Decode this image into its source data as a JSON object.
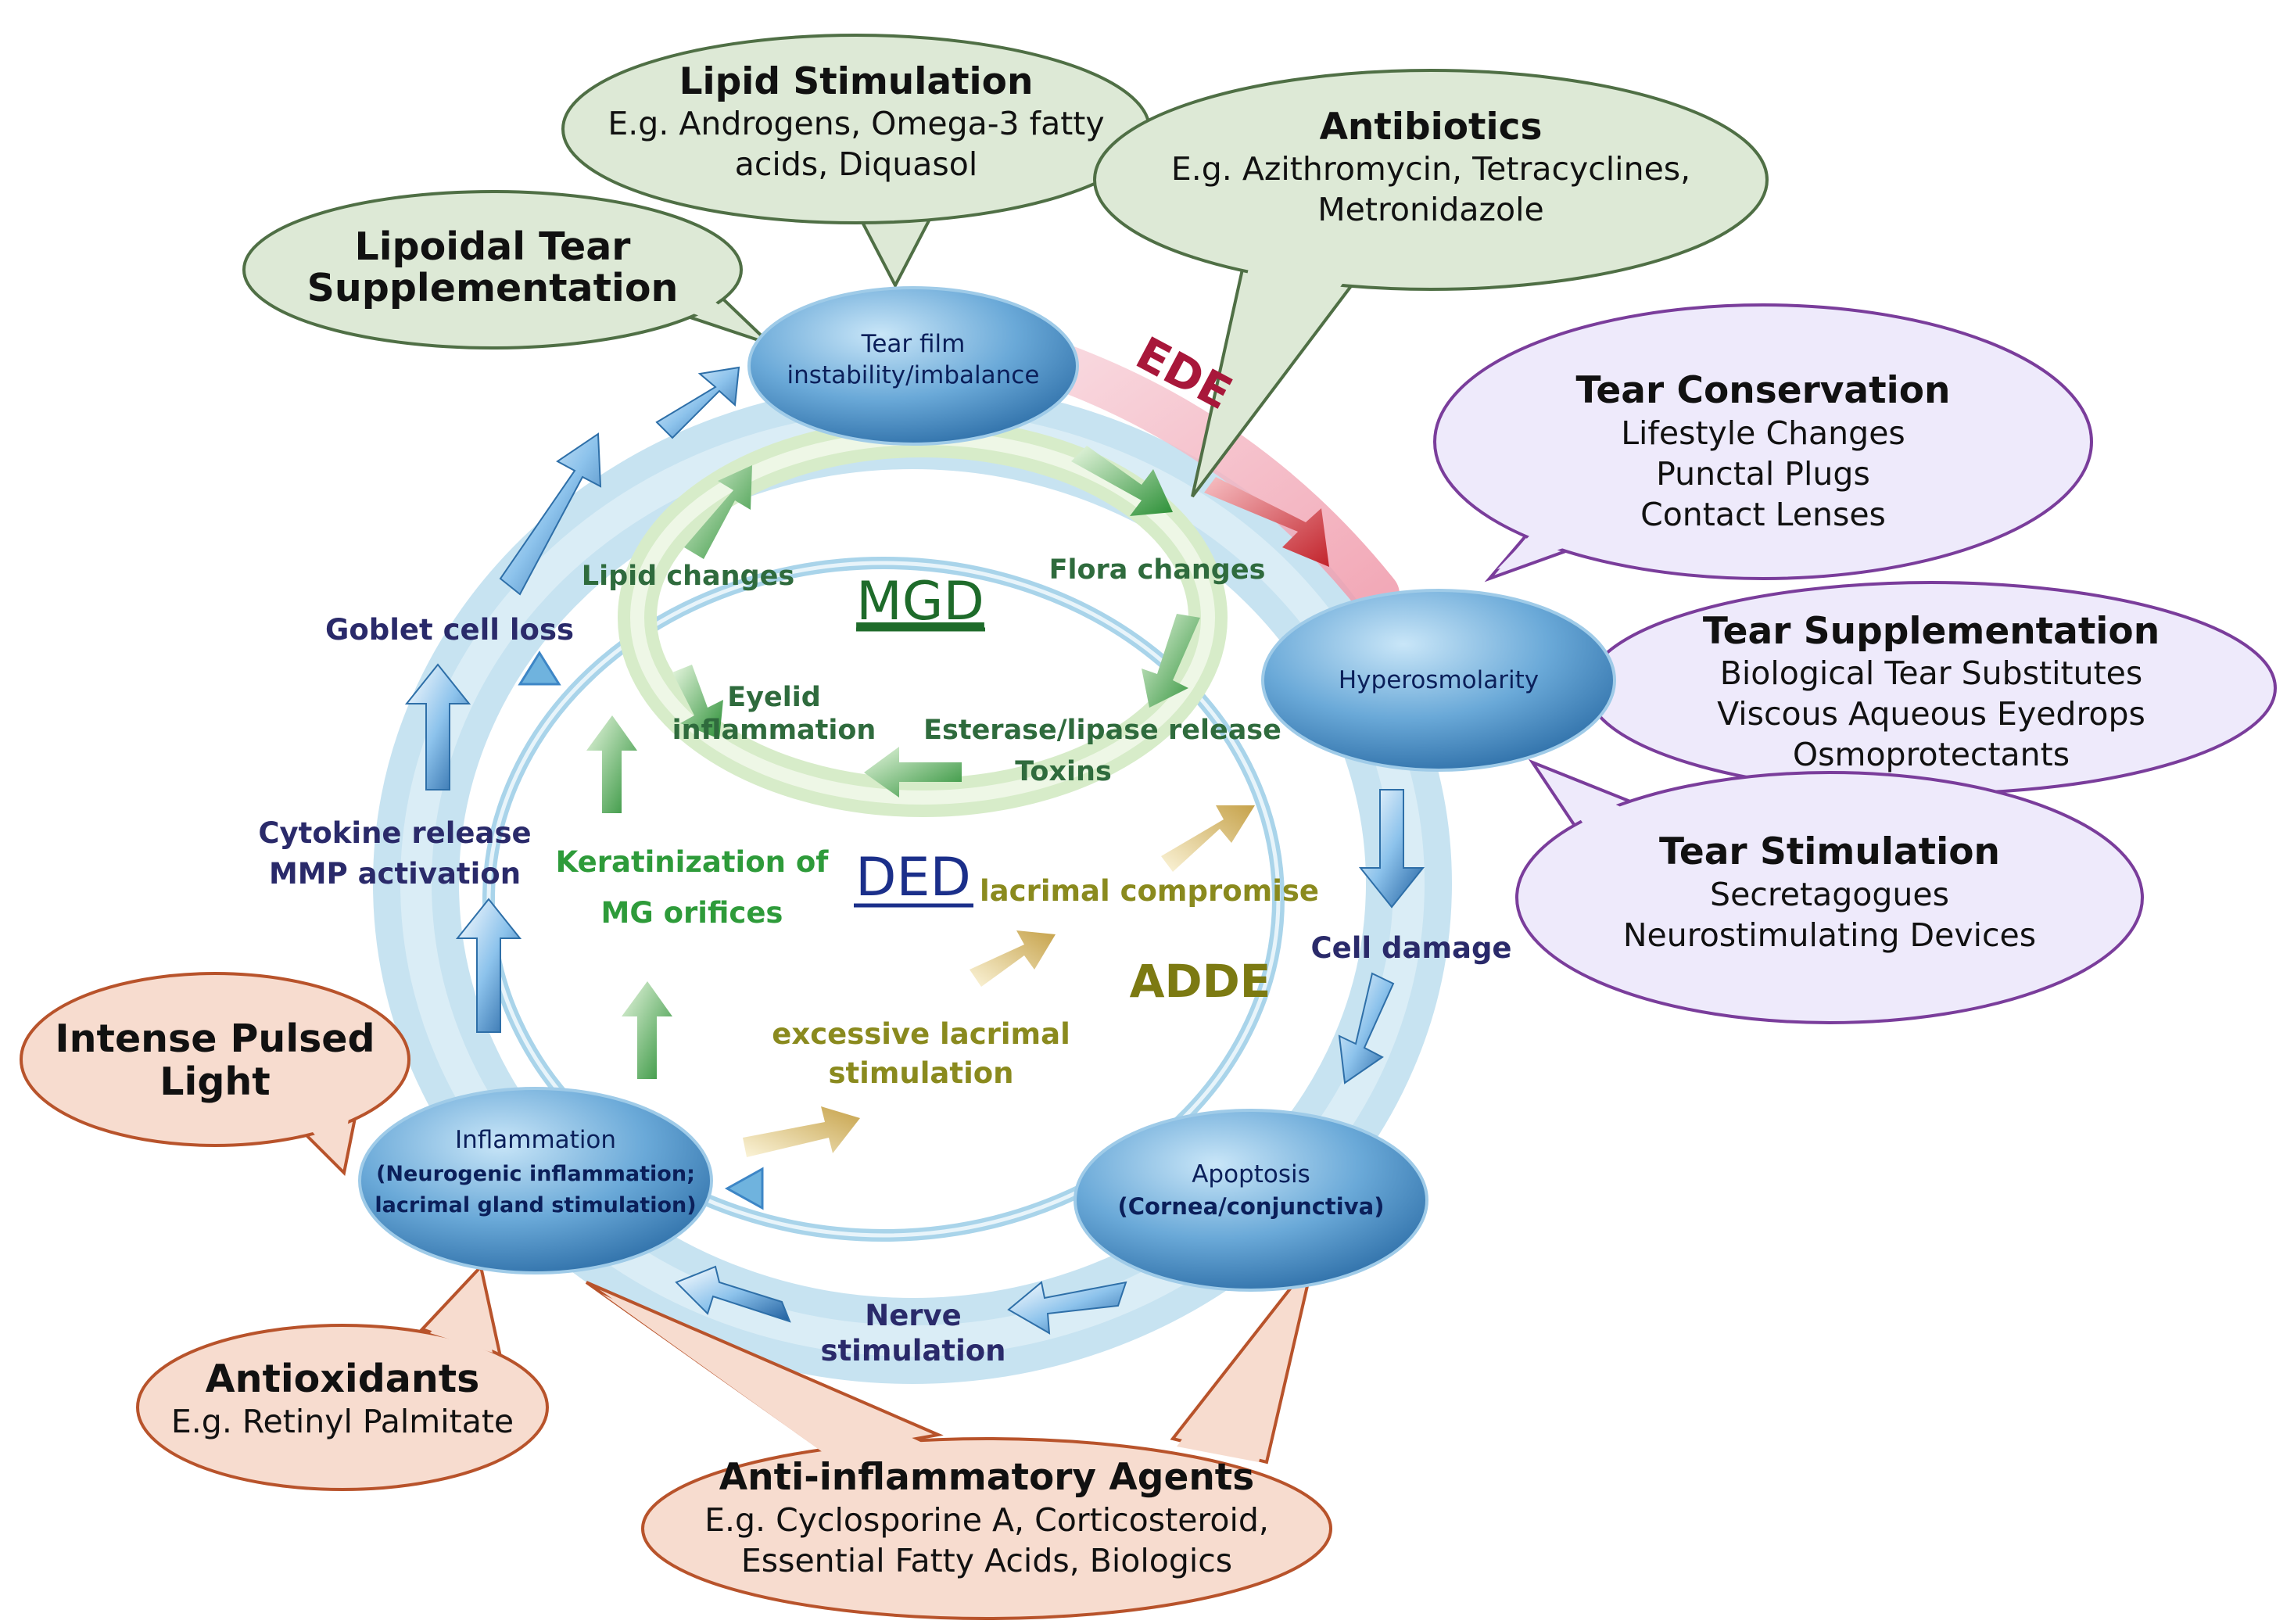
{
  "center": {
    "mgd": "MGD",
    "ded": "DED",
    "ede": "EDE",
    "adde": "ADDE"
  },
  "nodes": {
    "tear_film": [
      "Tear film",
      "instability/imbalance"
    ],
    "hyperosmolarity": [
      "Hyperosmolarity"
    ],
    "apoptosis": [
      "Apoptosis",
      "(Cornea/conjunctiva)"
    ],
    "inflammation": [
      "Inflammation",
      "(Neurogenic inflammation;",
      "lacrimal gland stimulation)"
    ]
  },
  "cycle_labels": {
    "goblet": "Goblet cell loss",
    "cytokine": [
      "Cytokine release",
      "MMP activation"
    ],
    "cell_damage": "Cell damage",
    "nerve": [
      "Nerve",
      "stimulation"
    ]
  },
  "mgd_labels": {
    "lipid": "Lipid changes",
    "flora": "Flora changes",
    "eyelid": [
      "Eyelid",
      "inflammation"
    ],
    "esterase": [
      "Esterase/lipase release",
      "Toxins"
    ],
    "keratinization": [
      "Keratinization of",
      "MG orifices"
    ]
  },
  "adde_labels": {
    "lacrimal_compromise": "lacrimal compromise",
    "excessive": [
      "excessive lacrimal",
      "stimulation"
    ]
  },
  "bubbles": {
    "lipid_stimulation": {
      "title": "Lipid Stimulation",
      "lines": [
        "E.g. Androgens, Omega-3 fatty",
        "acids, Diquasol"
      ]
    },
    "antibiotics": {
      "title": "Antibiotics",
      "lines": [
        "E.g. Azithromycin, Tetracyclines,",
        "Metronidazole"
      ]
    },
    "lipoidal": {
      "title": "Lipoidal Tear",
      "lines": [
        "Supplementation"
      ]
    },
    "tear_conservation": {
      "title": "Tear Conservation",
      "lines": [
        "Lifestyle Changes",
        "Punctal Plugs",
        "Contact Lenses"
      ]
    },
    "tear_supplementation": {
      "title": "Tear Supplementation",
      "lines": [
        "Biological Tear Substitutes",
        "Viscous Aqueous Eyedrops",
        "Osmoprotectants"
      ]
    },
    "tear_stimulation": {
      "title": "Tear Stimulation",
      "lines": [
        "Secretagogues",
        "Neurostimulating Devices"
      ]
    },
    "ipl": {
      "title": "Intense Pulsed",
      "lines": [
        "Light"
      ]
    },
    "antioxidants": {
      "title": "Antioxidants",
      "lines": [
        "E.g. Retinyl Palmitate"
      ]
    },
    "anti_inflammatory": {
      "title": "Anti-inflammatory Agents",
      "lines": [
        "E.g. Cyclosporine A, Corticosteroid,",
        "Essential Fatty Acids, Biologics"
      ]
    }
  },
  "colors": {
    "green_bubble_fill": "#dde9d6",
    "green_bubble_stroke": "#4f6f45",
    "purple_bubble_fill": "#eeeafb",
    "purple_bubble_stroke": "#7a3d9b",
    "orange_bubble_fill": "#f7dccf",
    "orange_bubble_stroke": "#b8532b",
    "node_fill": "#6aa9d8",
    "ring_blue": "#c7e3f1",
    "ring_pink": "#f4b7c3",
    "mgd_green": "#1e6b2a",
    "ded_blue": "#1b2f8a",
    "ede_red": "#a8173a",
    "adde_olive": "#7c7a12",
    "arrow_blue": "#3d86c6",
    "arrow_green": "#2f9a3f",
    "arrow_tan": "#c8a84d",
    "arrow_red": "#c52a2a"
  }
}
